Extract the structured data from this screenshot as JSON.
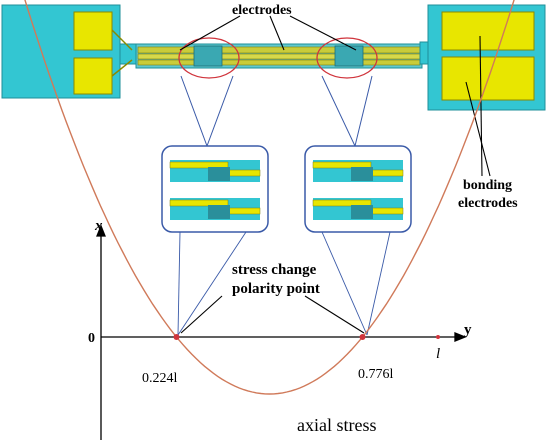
{
  "labels": {
    "electrodes": "electrodes",
    "bonding_line1": "bonding",
    "bonding_line2": "electrodes",
    "polarity_line1": "stress change",
    "polarity_line2": "polarity point",
    "axial_stress": "axial stress",
    "x_axis_name": "y",
    "y_axis_name": "x",
    "origin": "0",
    "end_tick": "l",
    "point1": "0.224l",
    "point2": "0.776l"
  },
  "curve": {
    "zero_crossings": [
      0.224,
      0.776
    ],
    "minimum_position": 0.5
  },
  "colors": {
    "substrate": "#33c6d2",
    "pad": "#e8e600",
    "beam": "#c9cc3a",
    "curve": "#d07a5a",
    "circle": "#d0343c",
    "insert_frame": "#3a5aa8",
    "axis": "#000000"
  }
}
